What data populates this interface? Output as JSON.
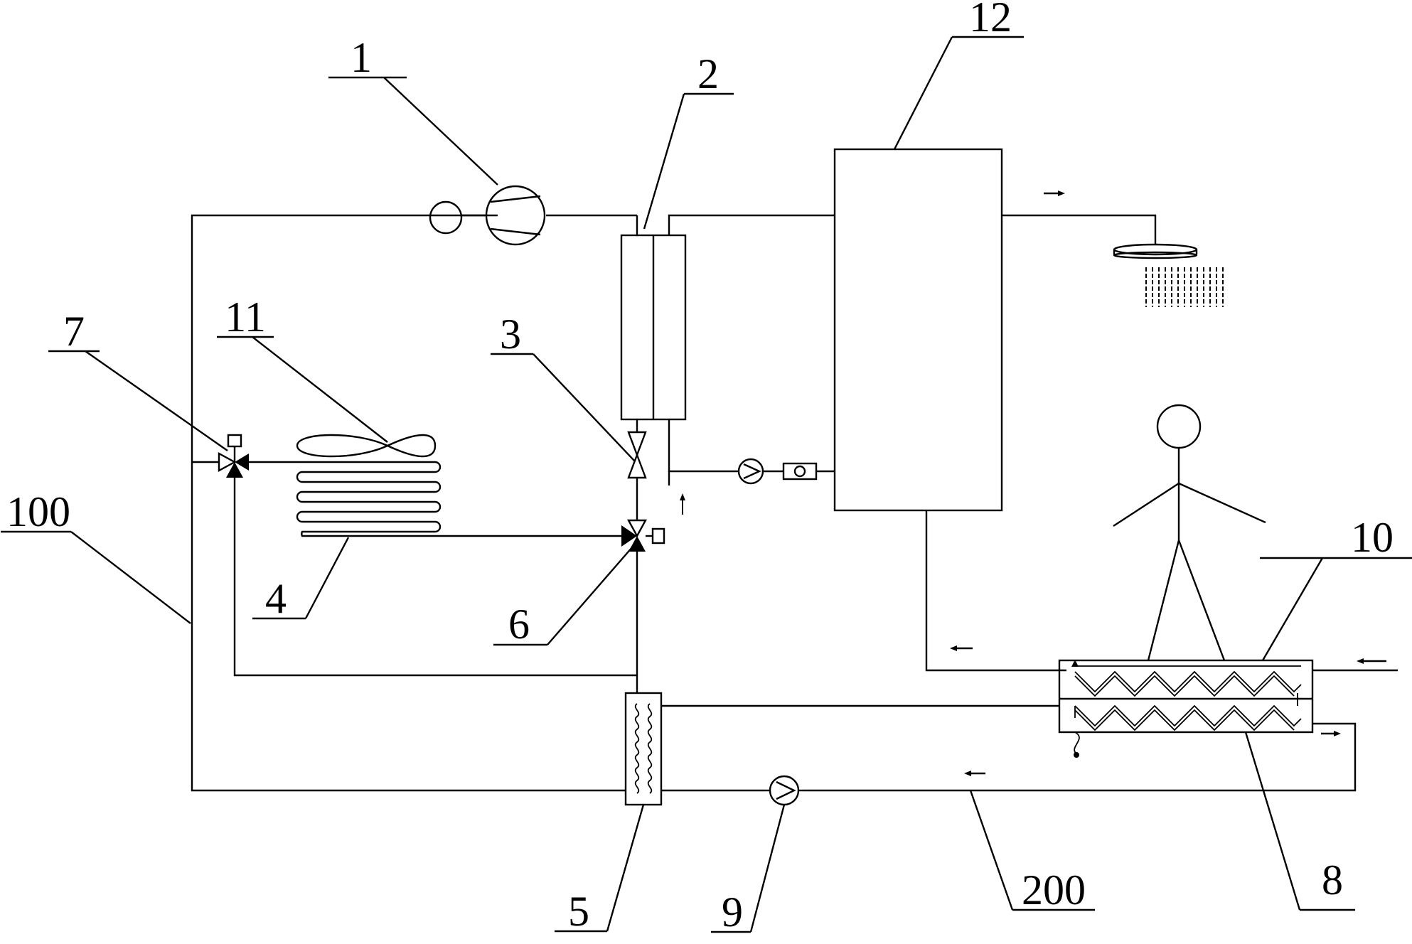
{
  "diagram": {
    "labels": {
      "n1": "1",
      "n2": "2",
      "n3": "3",
      "n4": "4",
      "n5": "5",
      "n6": "6",
      "n7": "7",
      "n8": "8",
      "n9": "9",
      "n10": "10",
      "n11": "11",
      "n12": "12",
      "n100": "100",
      "n200": "200"
    },
    "colors": {
      "line": "#000000",
      "background": "#ffffff"
    }
  }
}
